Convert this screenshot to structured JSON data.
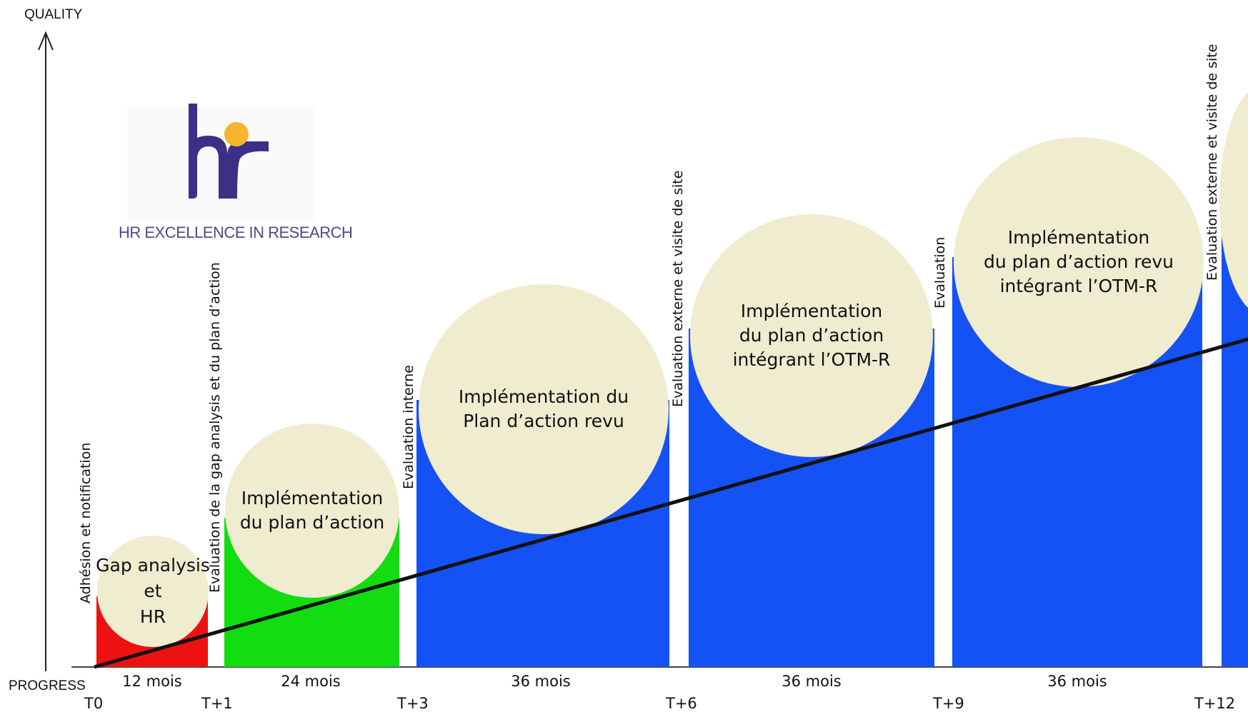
{
  "axes": {
    "y_label": "QUALITY",
    "x_label": "PROGRESS"
  },
  "colors": {
    "phase1": "#ee1111",
    "phase2": "#11dd11",
    "phase_blue": "#1452f5",
    "circle": "#efecd0",
    "logo_purple": "#3c2f86",
    "logo_dot": "#f5b52e",
    "logo_text": "#4e4a86"
  },
  "logo": {
    "mark": "hr",
    "subtitle": "HR EXCELLENCE IN RESEARCH"
  },
  "phases": [
    {
      "id": "p1",
      "color": "phase1",
      "duration": "12 mois",
      "circle_lines": [
        "Gap analysis",
        "et",
        "HR"
      ]
    },
    {
      "id": "p2",
      "color": "phase2",
      "duration": "24 mois",
      "circle_lines": [
        "Implémentation",
        "du plan d’action"
      ]
    },
    {
      "id": "p3",
      "color": "phase_blue",
      "duration": "36 mois",
      "circle_lines": [
        "Implémentation du",
        "Plan d’action revu"
      ]
    },
    {
      "id": "p4",
      "color": "phase_blue",
      "duration": "36 mois",
      "circle_lines": [
        "Implémentation",
        "du plan d’action",
        "intégrant l’OTM-R"
      ]
    },
    {
      "id": "p5",
      "color": "phase_blue",
      "duration": "36 mois",
      "circle_lines": [
        "Implémentation",
        "du plan d’action revu",
        "intégrant l’OTM-R"
      ]
    }
  ],
  "milestones": [
    {
      "tick": "T0",
      "label": "Adhésion et notification"
    },
    {
      "tick": "T+1",
      "label": "Evaluation de la gap analysis et du plan d’action"
    },
    {
      "tick": "T+3",
      "label": "Evaluation interne"
    },
    {
      "tick": "T+6",
      "label": "Evaluation externe et visite de site"
    },
    {
      "tick": "T+9",
      "label": "Evaluation"
    },
    {
      "tick": "T+12",
      "label": "Evaluation externe et visite de site"
    }
  ]
}
